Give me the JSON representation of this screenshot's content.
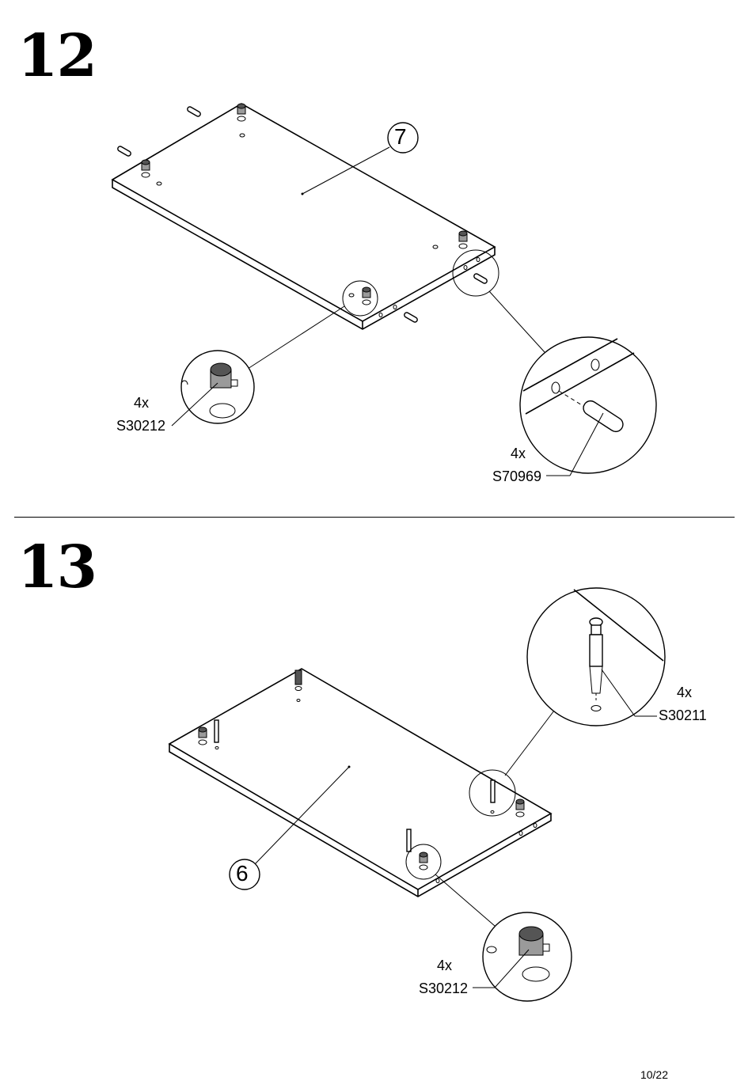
{
  "steps": [
    {
      "number": "12",
      "panel_callout": "7",
      "parts": [
        {
          "qty": "4x",
          "code": "S30212"
        },
        {
          "qty": "4x",
          "code": "S70969"
        }
      ]
    },
    {
      "number": "13",
      "panel_callout": "6",
      "parts": [
        {
          "qty": "4x",
          "code": "S30211"
        },
        {
          "qty": "4x",
          "code": "S30212"
        }
      ]
    }
  ],
  "page": {
    "number": "10/22"
  }
}
